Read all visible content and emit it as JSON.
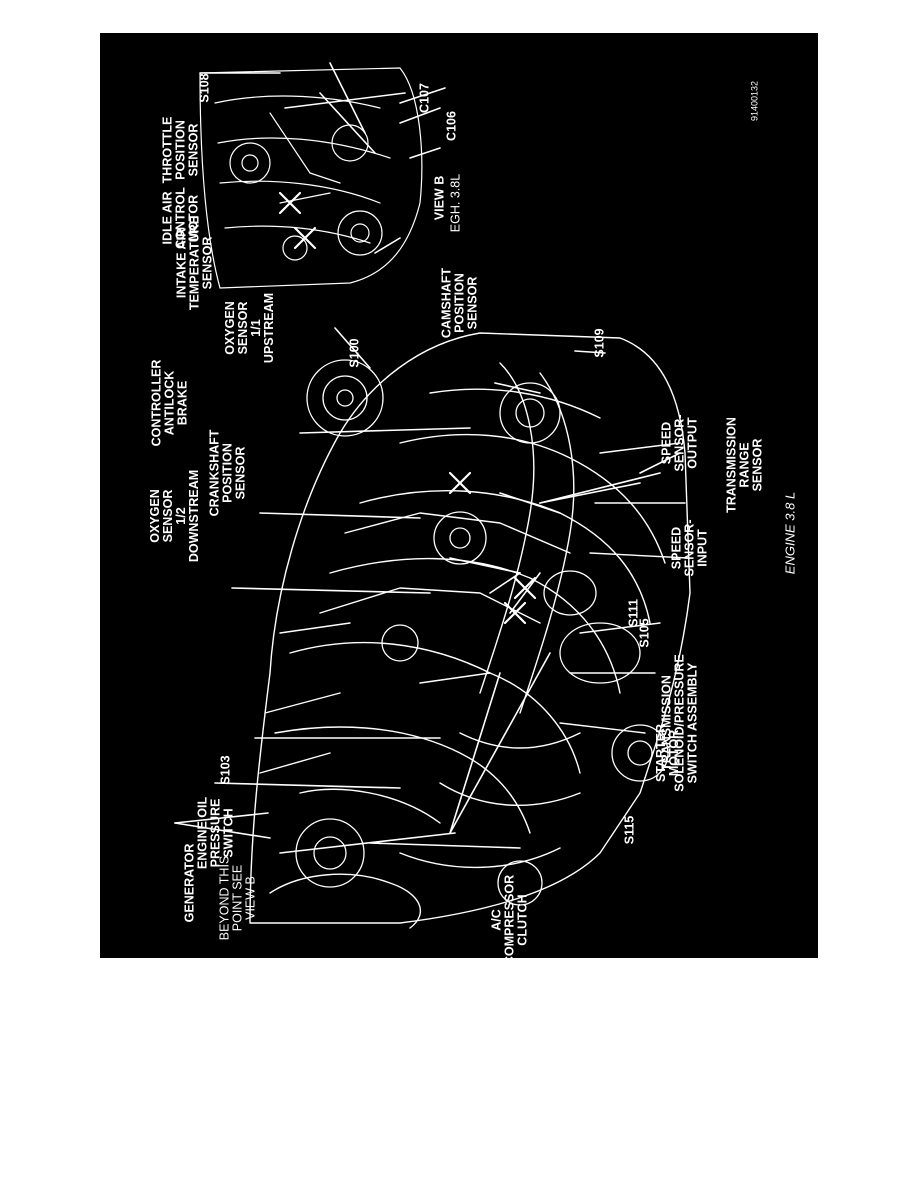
{
  "diagram": {
    "figure_id": "9140013­2",
    "caption": "ENGINE 3.8 L",
    "view_b": {
      "title": "VIEW B",
      "subtitle": "EGH. 3.8L"
    },
    "labels": {
      "generator": "GENERATOR",
      "beyond_point": "BEYOND THIS\nPOINT SEE\nVIEW B",
      "engine_oil_pressure_switch": "ENGINE OIL\nPRESSURE\nSWITCH",
      "ac_compressor_clutch": "A/C\nCOMPRESSOR\nCLUTCH",
      "s103": "S103",
      "s115": "S115",
      "starter_motor": "STARTER\nMOTOR",
      "transmission_solenoid": "TRANSMISSION\nSOLENOID/PRESSURE\nSWITCH ASSEMBLY",
      "s105": "S105",
      "s111": "S111",
      "oxygen_sensor_downstream": "OXYGEN\nSENSOR\n1/2\nDOWNSTREAM",
      "speed_sensor_input": "SPEED\nSENSOR-\nINPUT",
      "crankshaft_position_sensor": "CRANKSHAFT\nPOSITION\nSENSOR",
      "transmission_range_sensor": "TRANSMISSION\nRANGE\nSENSOR",
      "controller_antilock_brake": "CONTROLLER\nANTILOCK\nBRAKE",
      "speed_sensor_output": "SPEED\nSENSOR-\nOUTPUT",
      "s109": "S109",
      "oxygen_sensor_upstream": "OXYGEN\nSENSOR\n1/1\nUPSTREAM",
      "s100": "S100",
      "intake_air_temperature_sensor": "INTAKE AIR\nTEMPERATURE\nSENSOR",
      "camshaft_position_sensor": "CAMSHAFT\nPOSITION\nSENSOR",
      "idle_air_control_motor": "IDLE AIR\nCONTROL\nMOTOR",
      "throttle_position_sensor": "THROTTLE\nPOSITION\nSENSOR",
      "s108": "S108",
      "c107": "C107",
      "c106": "C106"
    }
  }
}
